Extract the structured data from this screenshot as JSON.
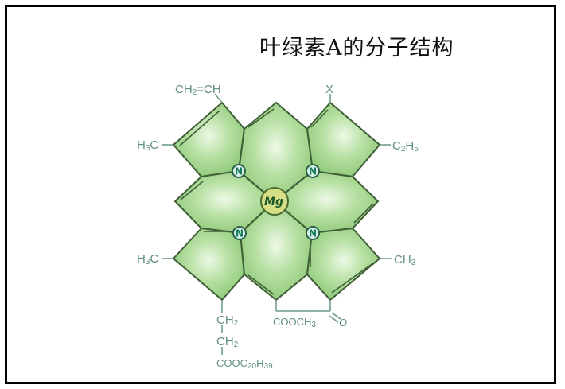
{
  "title": "叶绿素A的分子结构",
  "colors": {
    "ring_fill_light": "#e6f5dc",
    "ring_fill_dark": "#8fca7a",
    "ring_stroke": "#3f5f36",
    "label_color": "#5f8f80",
    "mg_fill": "#d6de86",
    "n_fill": "#d8f0e8",
    "frame_border": "#000000"
  },
  "molecule": {
    "center_atom": "Mg",
    "nitrogen_atoms": [
      "N",
      "N",
      "N",
      "N"
    ],
    "substituents": {
      "top_left": {
        "main": "CH",
        "sub": "2",
        "rest": "=CH"
      },
      "top_right": "X",
      "left_upper": {
        "pre": "H",
        "sub": "3",
        "post": "C"
      },
      "right_upper": {
        "pre": "C",
        "sub1": "2",
        "mid": "H",
        "sub2": "5"
      },
      "left_lower": {
        "pre": "H",
        "sub": "3",
        "post": "C"
      },
      "right_lower": {
        "pre": "CH",
        "sub": "3"
      },
      "bottom_chain": [
        {
          "main": "CH",
          "sub": "2"
        },
        {
          "main": "CH",
          "sub": "2"
        },
        {
          "main": "COOC",
          "sub1": "20",
          "mid": "H",
          "sub2": "39"
        }
      ],
      "bottom_ester": {
        "main": "COOCH",
        "sub": "3"
      },
      "bottom_keto": "=O"
    }
  }
}
